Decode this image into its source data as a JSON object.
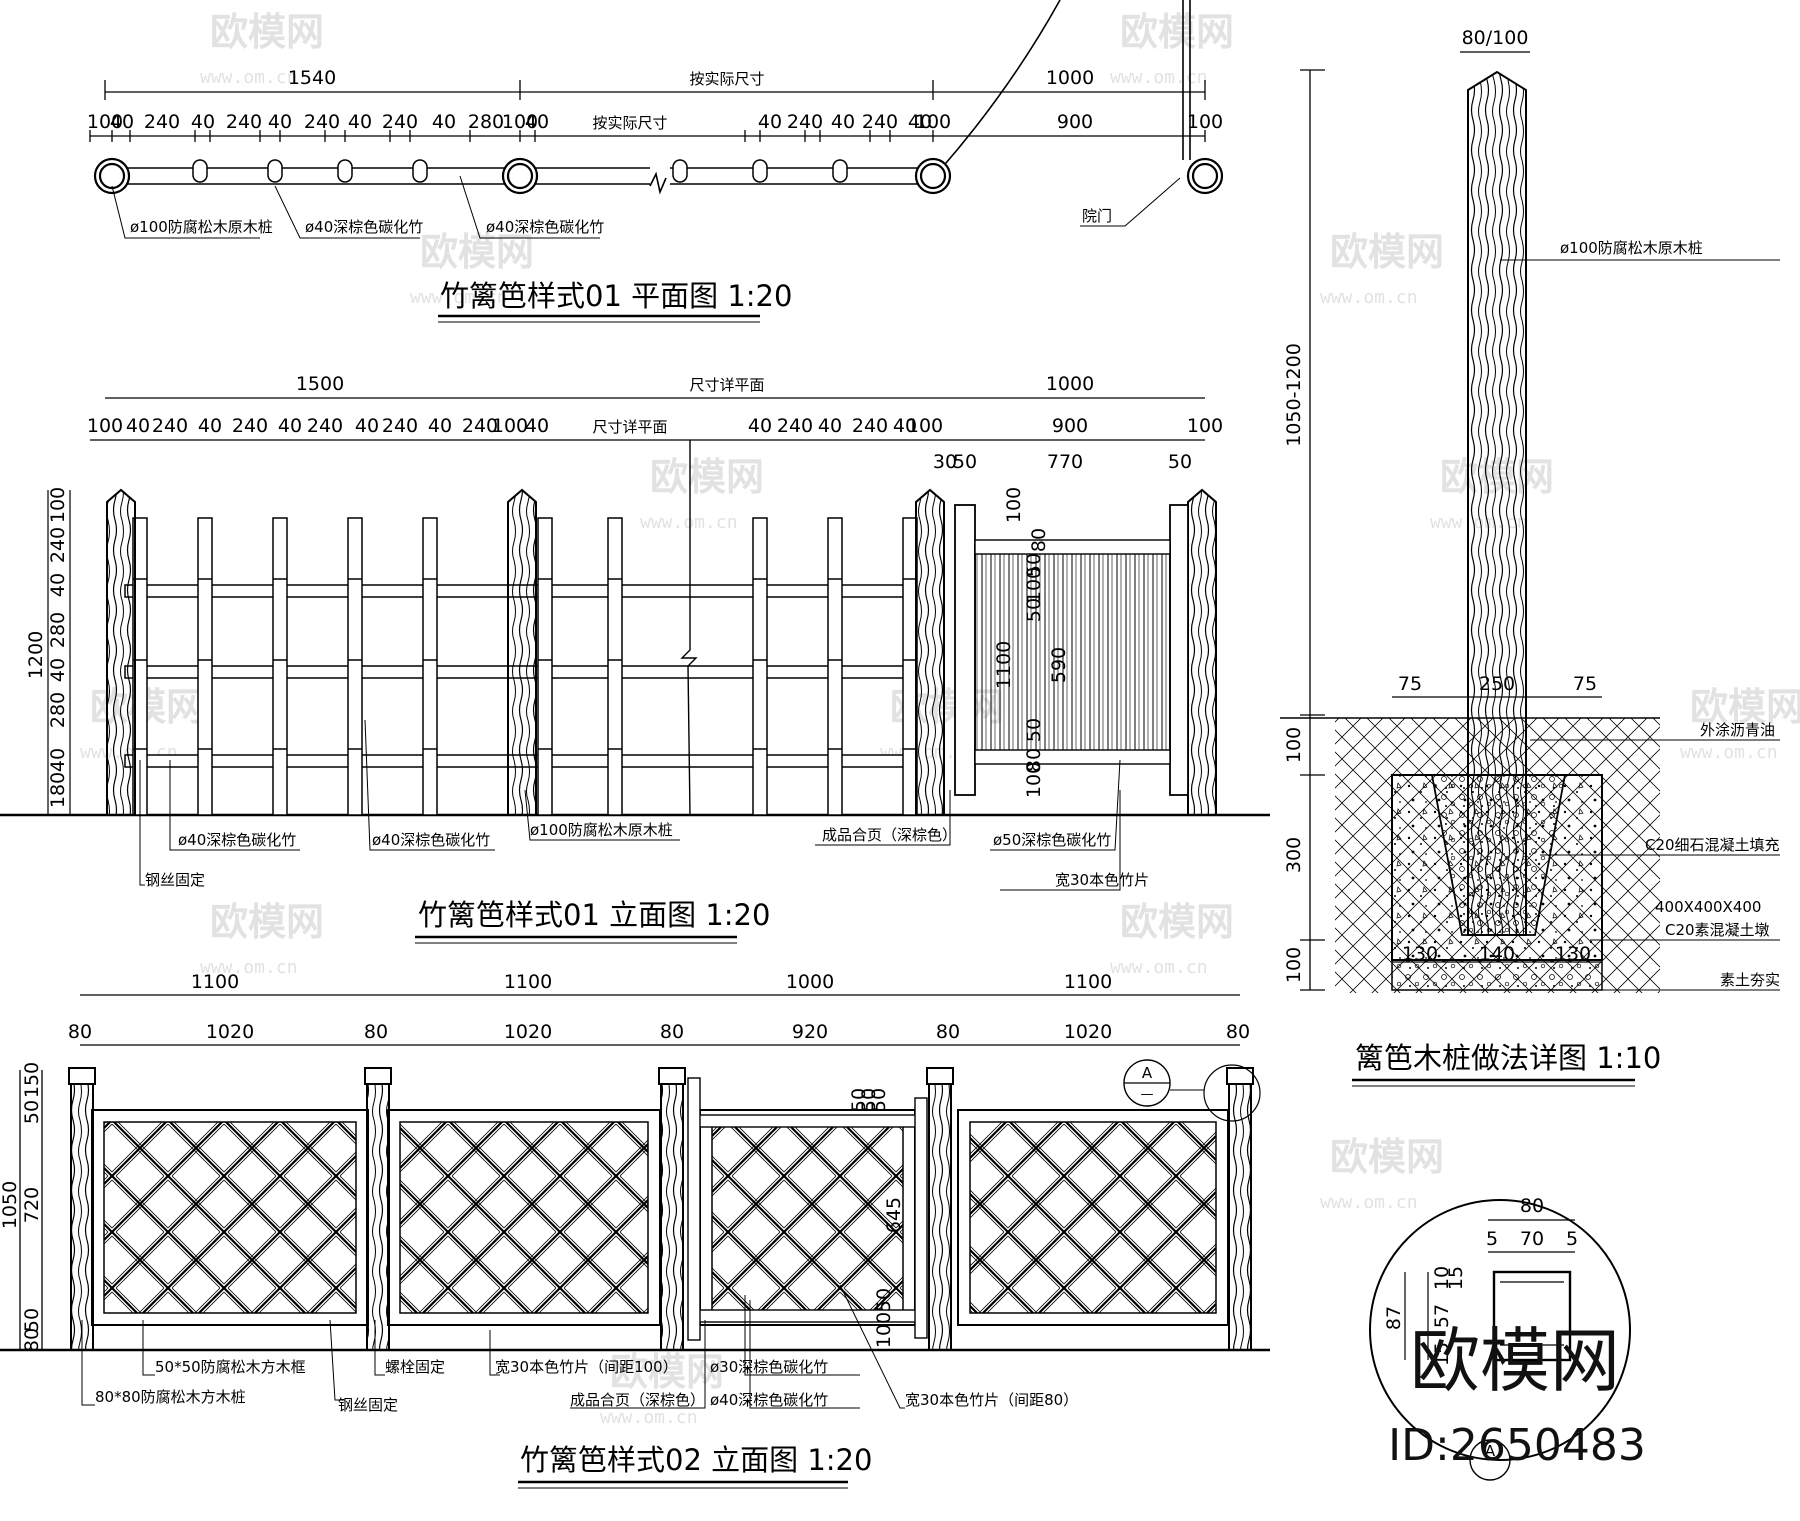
{
  "plan01": {
    "title": "竹篱笆样式01 平面图 1:20",
    "overall": [
      "1540",
      "按实际尺寸",
      "1000"
    ],
    "detail": [
      "100",
      "40",
      "240",
      "40",
      "240",
      "40",
      "240",
      "40",
      "240",
      "40",
      "280",
      "100",
      "40",
      "按实际尺寸",
      "40",
      "240",
      "40",
      "240",
      "40",
      "100",
      "900",
      "100"
    ],
    "labels": [
      "ø100防腐松木原木桩",
      "ø40深棕色碳化竹",
      "ø40深棕色碳化竹",
      "院门"
    ]
  },
  "elev01": {
    "title": "竹篱笆样式01 立面图 1:20",
    "overall": [
      "1500",
      "尺寸详平面",
      "1000"
    ],
    "detail": [
      "100",
      "40",
      "240",
      "40",
      "240",
      "40",
      "240",
      "40",
      "240",
      "40",
      "240",
      "100",
      "40",
      "尺寸详平面",
      "40",
      "240",
      "40",
      "240",
      "40",
      "100",
      "900",
      "100"
    ],
    "left_dims": [
      "100",
      "240",
      "40",
      "280",
      "40",
      "280",
      "40",
      "180",
      "1200"
    ],
    "gate_dims": [
      "30",
      "50",
      "770",
      "50",
      "100",
      "80",
      "50",
      "100",
      "50",
      "1100",
      "590",
      "50",
      "80",
      "100"
    ],
    "labels": [
      "ø40深棕色碳化竹",
      "ø40深棕色碳化竹",
      "ø100防腐松木原木桩",
      "成品合页（深棕色）",
      "ø50深棕色碳化竹",
      "钢丝固定",
      "宽30本色竹片"
    ]
  },
  "elev02": {
    "title": "竹篱笆样式02 立面图 1:20",
    "overall": [
      "1100",
      "1100",
      "1000",
      "1100"
    ],
    "detail": [
      "80",
      "1020",
      "80",
      "1020",
      "80",
      "920",
      "80",
      "1020",
      "80"
    ],
    "left_dims": [
      "150",
      "50",
      "1050",
      "720",
      "50",
      "80"
    ],
    "gate_dims": [
      "50",
      "50",
      "50",
      "645",
      "50",
      "100"
    ],
    "labels": [
      "50*50防腐松木方木框",
      "80*80防腐松木方木桩",
      "钢丝固定",
      "螺栓固定",
      "宽30本色竹片（间距100）",
      "成品合页（深棕色）",
      "ø30深棕色碳化竹",
      "ø40深棕色碳化竹",
      "宽30本色竹片（间距80）"
    ],
    "callout": "A"
  },
  "post_detail": {
    "title": "篱笆木桩做法详图 1:10",
    "top_dim": "80/100",
    "height_dim": "1050-1200",
    "footing_dims": [
      "75",
      "250",
      "75",
      "100",
      "300",
      "100",
      "130",
      "140",
      "130"
    ],
    "labels": [
      "ø100防腐松木原木桩",
      "外涂沥青油",
      "C20细石混凝土填充",
      "400X400X400",
      "C20素混凝土墩",
      "素土夯实"
    ]
  },
  "section_a": {
    "top_dims": [
      "80",
      "5",
      "70",
      "5"
    ],
    "side_dims": [
      "87",
      "10",
      "15",
      "57",
      "15"
    ],
    "mark": "A"
  },
  "brand": {
    "logo_text": "欧模网",
    "id_text": "ID:2650483",
    "watermark_text": "欧模网",
    "watermark_url": "www.om.cn"
  }
}
